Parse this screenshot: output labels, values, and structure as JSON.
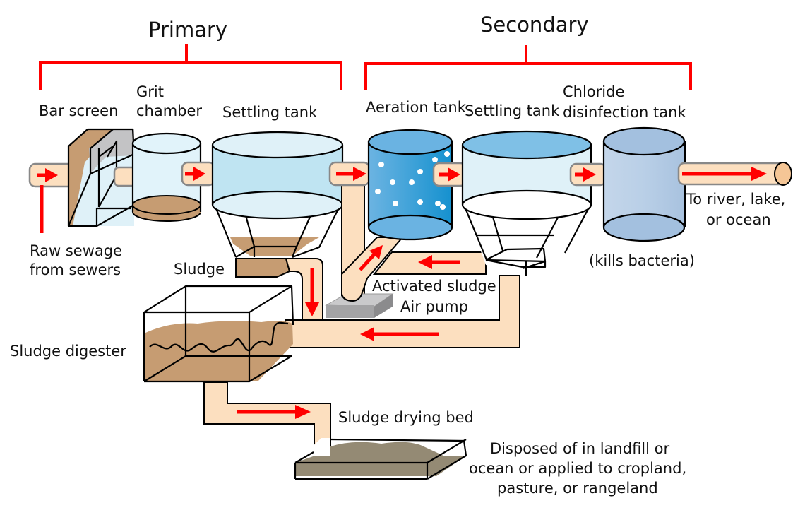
{
  "title": "Wastewater treatment process",
  "stages": {
    "primary": "Primary",
    "secondary": "Secondary"
  },
  "components": {
    "bar_screen": "Bar screen",
    "grit_chamber_line1": "Grit",
    "grit_chamber_line2": "chamber",
    "primary_settling_tank": "Settling tank",
    "aeration_tank": "Aeration tank",
    "secondary_settling_tank": "Settling tank",
    "chloride_line1": "Chloride",
    "chloride_line2": "disinfection tank",
    "chloride_note": "(kills bacteria)",
    "sludge": "Sludge",
    "activated_sludge": "Activated sludge",
    "air_pump": "Air pump",
    "sludge_digester": "Sludge digester",
    "sludge_drying_bed": "Sludge drying bed"
  },
  "inputs": {
    "raw_sewage_line1": "Raw sewage",
    "raw_sewage_line2": "from sewers"
  },
  "outputs": {
    "effluent_line1": "To river, lake,",
    "effluent_line2": "or ocean",
    "disposal_line1": "Disposed of in landfill or",
    "disposal_line2": "ocean or applied to cropland,",
    "disposal_line3": "pasture, or rangeland"
  },
  "colors": {
    "bracket": "#ff0000",
    "flow_arrow": "#ff0000",
    "pipe": "#fcdfbf",
    "water_light": "#dff1f8",
    "aeration_water": "#3d9fd6",
    "chlorine_tank": "#b7cde4",
    "sludge": "#c69c72",
    "dried_sludge": "#948a74",
    "air_pump": "#a3a3a5"
  }
}
